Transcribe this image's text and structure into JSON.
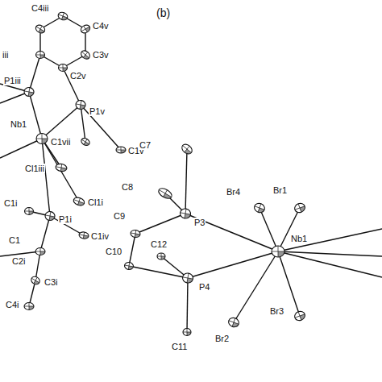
{
  "diagram": {
    "labels": [
      "C4iii",
      "C4v",
      "C3v",
      "iii",
      "P1iii",
      "C2v",
      "P1v",
      "C1vii",
      "C1v",
      "Nb1",
      "Cl1iii",
      "Cl1i",
      "C1i",
      "P1i",
      "C1iv",
      "C1",
      "C2i",
      "C3i",
      "C4i",
      "(b)",
      "C7",
      "C8",
      "C9",
      "C10",
      "C12",
      "P3",
      "Br4",
      "Br1",
      "Nb1",
      "P4",
      "Br2",
      "Br3",
      "C11"
    ]
  }
}
